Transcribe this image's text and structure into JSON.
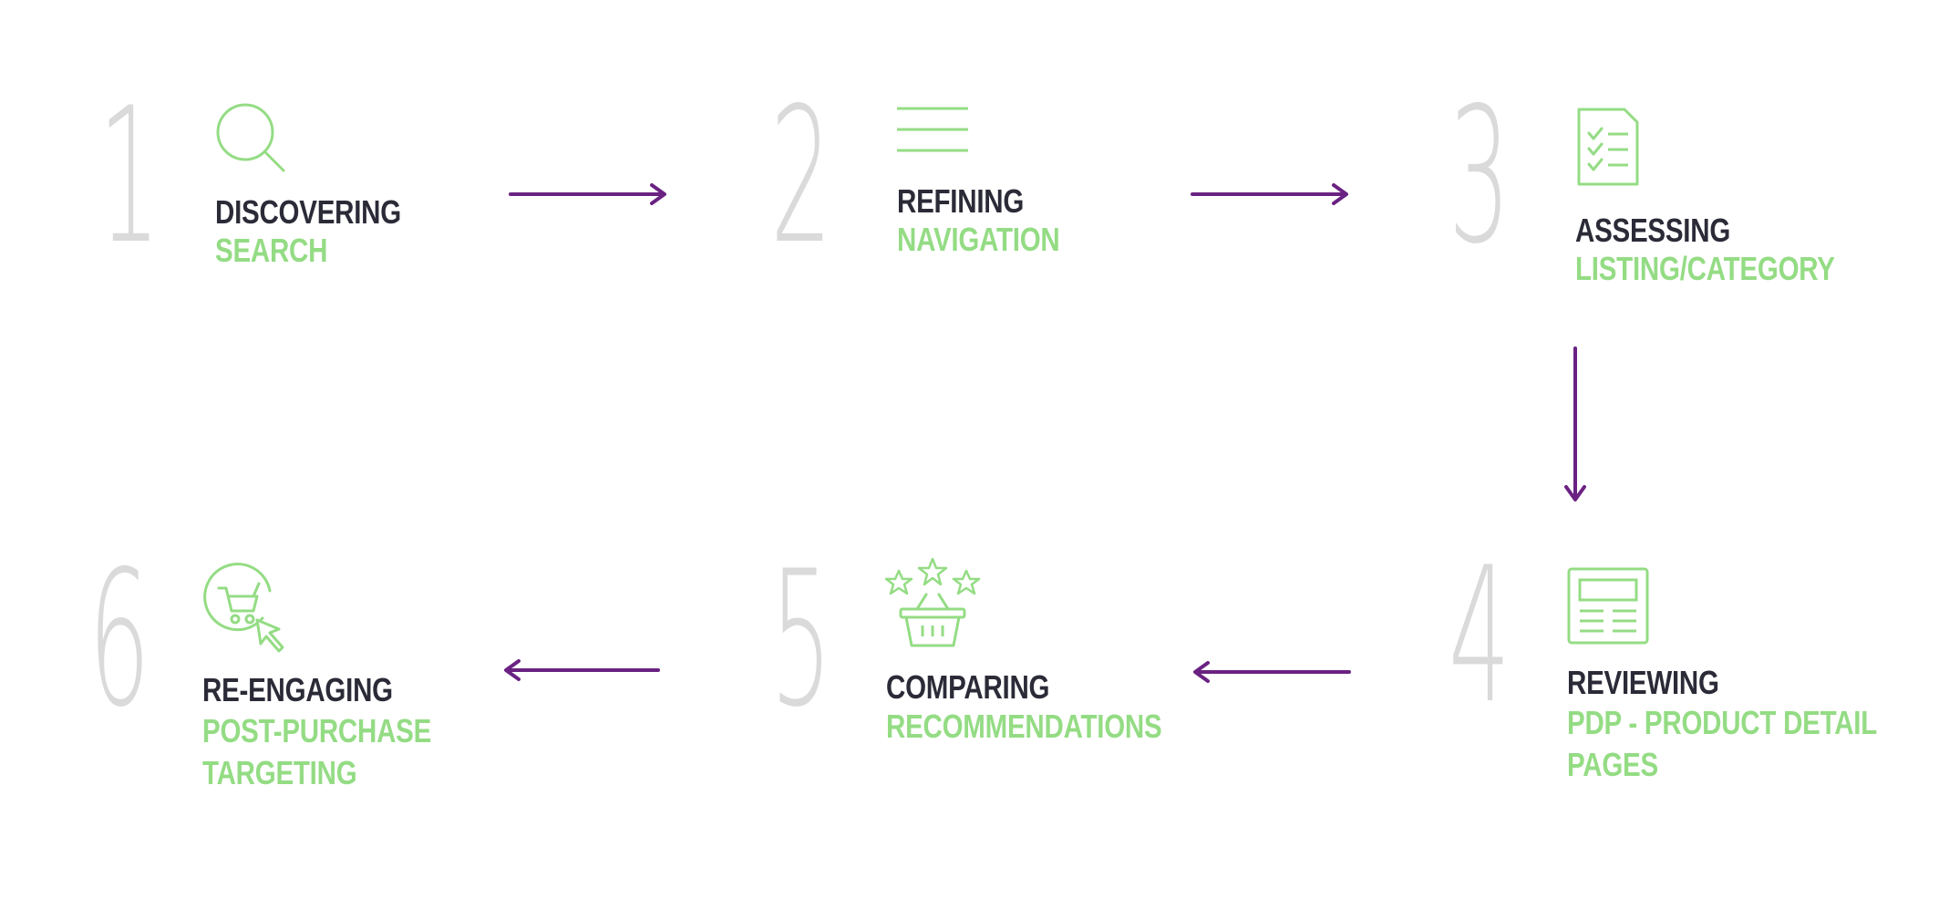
{
  "colors": {
    "number": "#dadada",
    "title": "#2b2b38",
    "subtitle": "#94dc84",
    "icon": "#94dc84",
    "arrow": "#6a2282"
  },
  "steps": [
    {
      "number": "1",
      "title": "DISCOVERING",
      "subtitle": "SEARCH",
      "icon": "magnifier-icon"
    },
    {
      "number": "2",
      "title": "REFINING",
      "subtitle": "NAVIGATION",
      "icon": "menu-lines-icon"
    },
    {
      "number": "3",
      "title": "ASSESSING",
      "subtitle": "LISTING/CATEGORY",
      "icon": "checklist-document-icon"
    },
    {
      "number": "4",
      "title": "REVIEWING",
      "subtitle_line1": "PDP - PRODUCT DETAIL",
      "subtitle_line2": "PAGES",
      "icon": "product-page-icon"
    },
    {
      "number": "5",
      "title": "COMPARING",
      "subtitle": "RECOMMENDATIONS",
      "icon": "basket-stars-icon"
    },
    {
      "number": "6",
      "title": "RE-ENGAGING",
      "subtitle_line1": "POST-PURCHASE",
      "subtitle_line2": "TARGETING",
      "icon": "cart-cursor-icon"
    }
  ]
}
